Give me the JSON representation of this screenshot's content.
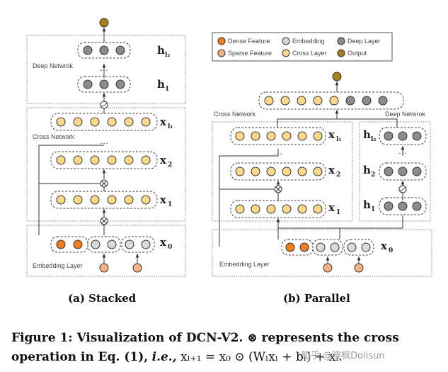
{
  "stacked": {
    "deep_network_label": "Deep Netwrok",
    "cross_network_label": "Cross Network",
    "embedding_layer_label": "Embedding Layer",
    "h_l2": "h",
    "h_l2_sub": "l₂",
    "h_1": "h",
    "h_1_sub": "1",
    "x_l1": "x",
    "x_l1_sub": "l₁",
    "x_2": "x",
    "x_2_sub": "2",
    "x_1": "x",
    "x_1_sub": "1",
    "x_0": "x",
    "x_0_sub": "0",
    "caption": "(a) Stacked"
  },
  "parallel": {
    "cross_network_label": "Cross Network",
    "deep_network_label": "Deep Netwrok",
    "embedding_layer_label": "Embedding Layer",
    "x_l1": "x",
    "x_l1_sub": "l₁",
    "x_2": "x",
    "x_2_sub": "2",
    "x_1": "x",
    "x_1_sub": "1",
    "h_l2": "h",
    "h_l2_sub": "l₂",
    "h_2": "h",
    "h_2_sub": "2",
    "h_1": "h",
    "h_1_sub": "1",
    "x_0": "x",
    "x_0_sub": "0",
    "caption": "(b) Parallel"
  },
  "legend": {
    "dense_feature": "Dense Feature",
    "sparse_feature": "Sparse Feature",
    "embedding": "Embedding",
    "cross_layer": "Cross Layer",
    "deep_layer": "Deep Layer",
    "output": "Output"
  },
  "colors": {
    "dense": "#f07d1f",
    "sparse": "#f5b183",
    "embedding": "#d9d9d9",
    "cross": "#fdd88a",
    "deep": "#8c8c8c",
    "output": "#a7801b"
  },
  "caption": {
    "bold_part": "Figure 1: Visualization of DCN-V2. ⊗ represents the cross operation in Eq. (1),",
    "ie": "i.e.,",
    "formula": "xₗ₊₁ = x₀ ⊙ (Wₗxₗ + bₗ) + xₗ."
  },
  "watermark": "知乎 @晓枫Dolisun"
}
